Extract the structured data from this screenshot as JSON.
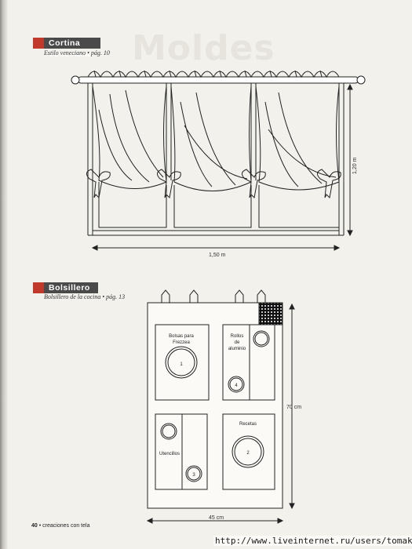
{
  "sections": {
    "curtain": {
      "title": "Cortina Veneciana",
      "subtitle": "Estilo veneciano • pág. 10",
      "width_label": "1,50 m",
      "height_label": "1,20 m"
    },
    "pocket": {
      "title": "Bolsillero",
      "subtitle": "Bolsillero de la cocina • pág. 13",
      "height_label": "70 cm",
      "width_label": "45 cm",
      "compartments": [
        {
          "line1": "Bolsas para",
          "line2": "Frezzea",
          "number": "1"
        },
        {
          "line1": "Rollos",
          "line2": "de",
          "line3": "aluminio",
          "number": "4"
        },
        {
          "line1": "Utencillos",
          "number": "3"
        },
        {
          "line1": "Recetas",
          "number": "2"
        }
      ]
    }
  },
  "background_watermark": "Moldes",
  "footer": {
    "page_number": "40",
    "publication": "• creaciones con tela"
  },
  "url_watermark": "http://www.liveinternet.ru/users/tomakov/"
}
